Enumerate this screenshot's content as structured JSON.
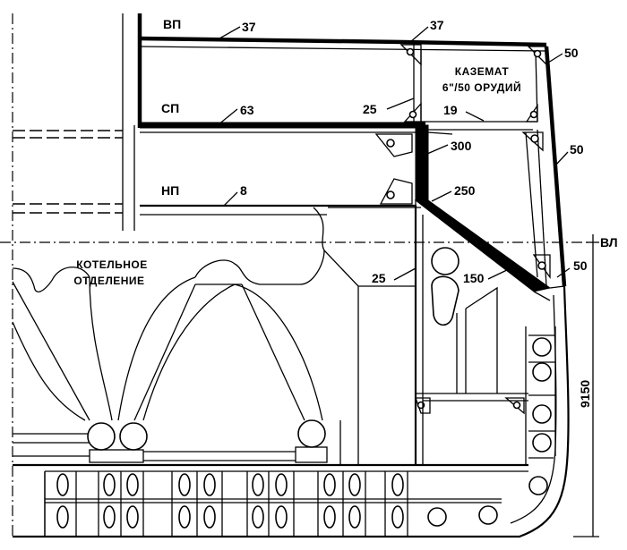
{
  "deck_labels": {
    "upper_deck": "ВП",
    "middle_deck": "СП",
    "lower_deck": "НП",
    "waterline": "ВЛ"
  },
  "compartments": {
    "casemate_line1": "КАЗЕМАТ",
    "casemate_line2": "6\"/50 ОРУДИЙ",
    "boiler_room_line1": "КОТЕЛЬНОЕ",
    "boiler_room_line2": "ОТДЕЛЕНИЕ"
  },
  "thickness_labels": {
    "upper_deck": "37",
    "upper_deck_right": "37",
    "casemate_side": "50",
    "side_upper": "50",
    "side_belt": "50",
    "middle_deck": "63",
    "casemate_bulkhead": "25",
    "casemate_floor": "19",
    "vertical_armor": "300",
    "slope_armor": "250",
    "lower_deck": "8",
    "longitudinal_bulkhead": "25",
    "bevel": "150"
  },
  "dimensions": {
    "draught_height": "9150"
  },
  "colors": {
    "ink": "#000000",
    "paper": "#ffffff"
  }
}
